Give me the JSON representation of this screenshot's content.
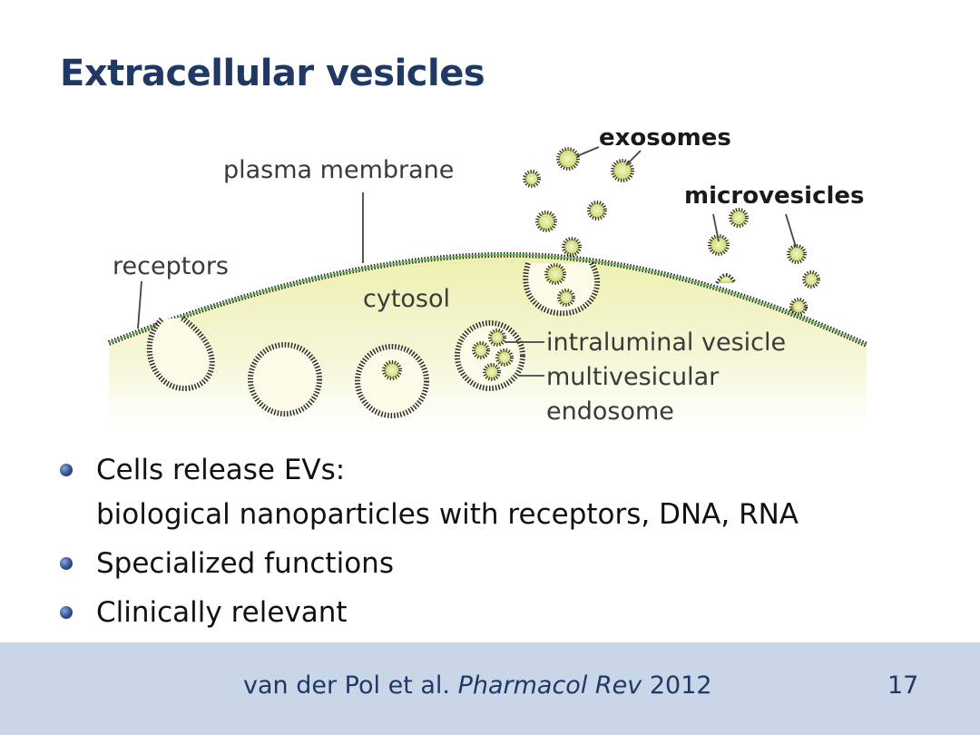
{
  "slide": {
    "title": "Extracellular vesicles",
    "number": "17"
  },
  "diagram": {
    "labels": {
      "exosomes": "exosomes",
      "plasma_membrane": "plasma membrane",
      "microvesicles": "microvesicles",
      "receptors": "receptors",
      "cytosol": "cytosol",
      "intraluminal_vesicle": "intraluminal vesicle",
      "multivesicular_1": "multivesicular",
      "multivesicular_2": "endosome"
    },
    "colors": {
      "cytosol": "#f3f3c4",
      "membrane": "#2b2b2b",
      "vesicle_fill": "#dfe59a",
      "receptor_green": "#6bbd5a"
    }
  },
  "bullets": [
    {
      "lines": [
        "Cells release EVs:",
        "biological nanoparticles with receptors, DNA, RNA"
      ]
    },
    {
      "lines": [
        "Specialized functions"
      ]
    },
    {
      "lines": [
        "Clinically relevant"
      ]
    }
  ],
  "footer": {
    "authors": "van der Pol et al.",
    "journal": "Pharmacol Rev",
    "year": "2012"
  }
}
